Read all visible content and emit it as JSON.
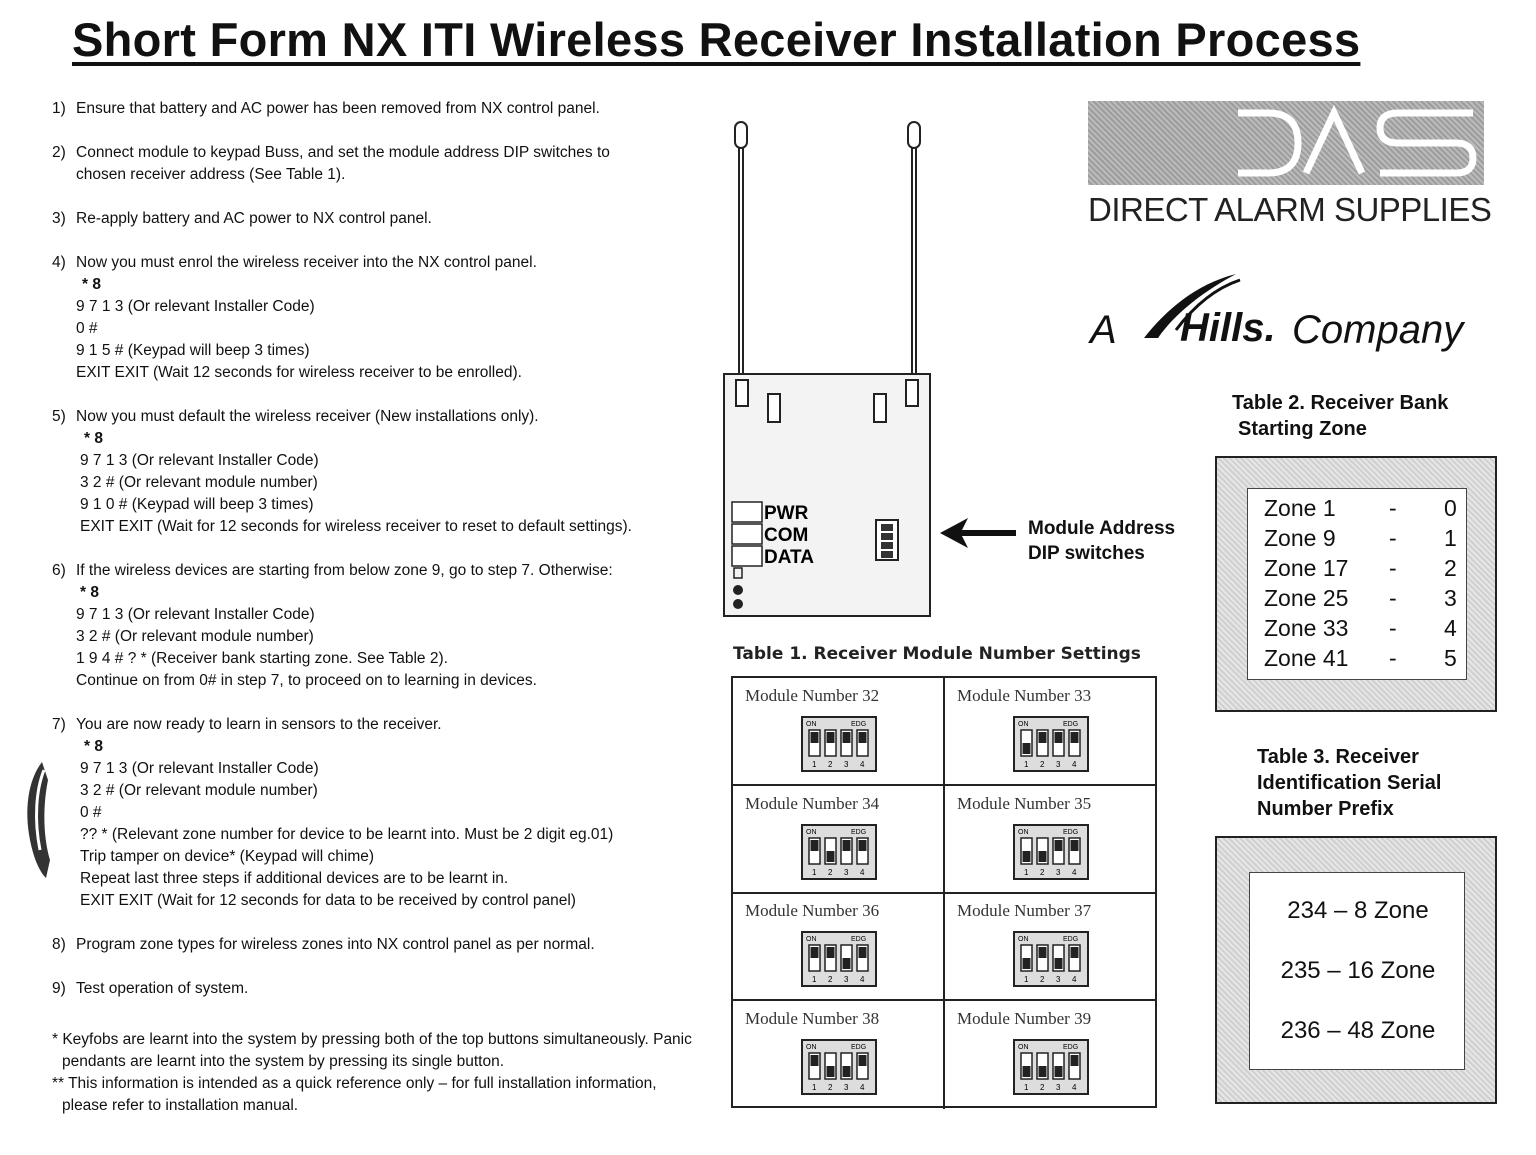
{
  "title": "Short Form NX ITI Wireless Receiver Installation Process",
  "steps": [
    {
      "num": "1)",
      "lines": [
        "Ensure that battery and AC power has been removed from NX control panel."
      ]
    },
    {
      "num": "2)",
      "lines": [
        "Connect module to keypad Buss, and set the module address DIP switches to",
        "chosen receiver address (See Table 1)."
      ]
    },
    {
      "num": "3)",
      "lines": [
        "Re-apply battery and AC power to NX control panel."
      ]
    },
    {
      "num": "4)",
      "lines": [
        "Now you must enrol the wireless receiver into the NX control panel."
      ],
      "cmds": [
        "* 8",
        "9 7 1 3 (Or relevant Installer Code)",
        "0 #",
        "9 1 5 # (Keypad will beep 3 times)",
        "EXIT  EXIT (Wait 12 seconds for wireless receiver to be enrolled)."
      ]
    },
    {
      "num": "5)",
      "lines": [
        "Now you must default the wireless receiver (New installations only)."
      ],
      "cmds": [
        "* 8",
        "9 7 1 3 (Or relevant Installer Code)",
        "3 2 # (Or relevant module number)",
        "9 1 0 # (Keypad will beep 3 times)",
        "EXIT  EXIT (Wait for 12 seconds for wireless receiver to reset to default settings)."
      ]
    },
    {
      "num": "6)",
      "lines": [
        "If the wireless devices are starting from below zone 9, go to step 7. Otherwise:"
      ],
      "cmds": [
        "* 8",
        "9 7 1 3 (Or relevant Installer Code)",
        "3 2 # (Or relevant module number)",
        "1 9 4 # ? * (Receiver bank starting zone. See Table 2).",
        "Continue on from 0# in step 7, to proceed on to learning in devices."
      ]
    },
    {
      "num": "7)",
      "lines": [
        "You are now ready to learn in sensors to the receiver."
      ],
      "cmds": [
        "* 8",
        "9 7 1 3 (Or relevant Installer Code)",
        "3 2 # (Or relevant module number)",
        "0 #",
        "?? * (Relevant zone number for device to be learnt into. Must be 2 digit eg.01)",
        "Trip tamper on device* (Keypad will chime)",
        "Repeat last three steps if additional devices are to be learnt in.",
        "EXIT  EXIT (Wait for 12 seconds for data to be received by control panel)"
      ]
    },
    {
      "num": "8)",
      "lines": [
        "Program zone types for wireless zones into NX control panel as per normal."
      ]
    },
    {
      "num": "9)",
      "lines": [
        "Test operation of system."
      ]
    }
  ],
  "notes": [
    "* Keyfobs are learnt into the system by pressing both of the top buttons simultaneously.  Panic pendants are learnt into the system by pressing its single button.",
    "** This information is intended as a quick reference only – for full installation information, please refer to installation manual."
  ],
  "module": {
    "leds": [
      "PWR",
      "COM",
      "DATA"
    ],
    "dip_label_line1": "Module Address",
    "dip_label_line2": "DIP switches"
  },
  "logo": {
    "mark": "DAS",
    "company": "DIRECT ALARM SUPPLIES",
    "tag_a": "A",
    "tag_hills": "Hills.",
    "tag_company": "Company"
  },
  "table1": {
    "title": "Table 1. Receiver Module Number Settings",
    "cells": [
      {
        "label": "Module Number 32",
        "switches": [
          true,
          true,
          true,
          true
        ]
      },
      {
        "label": "Module Number 33",
        "switches": [
          false,
          true,
          true,
          true
        ]
      },
      {
        "label": "Module Number 34",
        "switches": [
          true,
          false,
          true,
          true
        ]
      },
      {
        "label": "Module Number 35",
        "switches": [
          false,
          false,
          true,
          true
        ]
      },
      {
        "label": "Module Number 36",
        "switches": [
          true,
          true,
          false,
          true
        ]
      },
      {
        "label": "Module Number 37",
        "switches": [
          false,
          true,
          false,
          true
        ]
      },
      {
        "label": "Module Number 38",
        "switches": [
          true,
          false,
          false,
          true
        ]
      },
      {
        "label": "Module Number 39",
        "switches": [
          false,
          false,
          false,
          true
        ]
      }
    ],
    "dip_on": "ON",
    "dip_edg": "EDG",
    "dip_nums": [
      "1",
      "2",
      "3",
      "4"
    ]
  },
  "table2": {
    "title_line1": "Table 2.  Receiver Bank",
    "title_line2": "Starting Zone",
    "rows": [
      {
        "zone": "Zone 1",
        "dash": "-",
        "value": "0"
      },
      {
        "zone": "Zone 9",
        "dash": "-",
        "value": "1"
      },
      {
        "zone": "Zone 17",
        "dash": "-",
        "value": "2"
      },
      {
        "zone": "Zone 25",
        "dash": "-",
        "value": "3"
      },
      {
        "zone": "Zone 33",
        "dash": "-",
        "value": "4"
      },
      {
        "zone": "Zone 41",
        "dash": "-",
        "value": "5"
      }
    ]
  },
  "table3": {
    "title_line1": "Table 3. Receiver",
    "title_line2": "Identification Serial",
    "title_line3": "Number Prefix",
    "rows": [
      "234 – 8 Zone",
      "235 – 16 Zone",
      "236 – 48 Zone"
    ]
  }
}
